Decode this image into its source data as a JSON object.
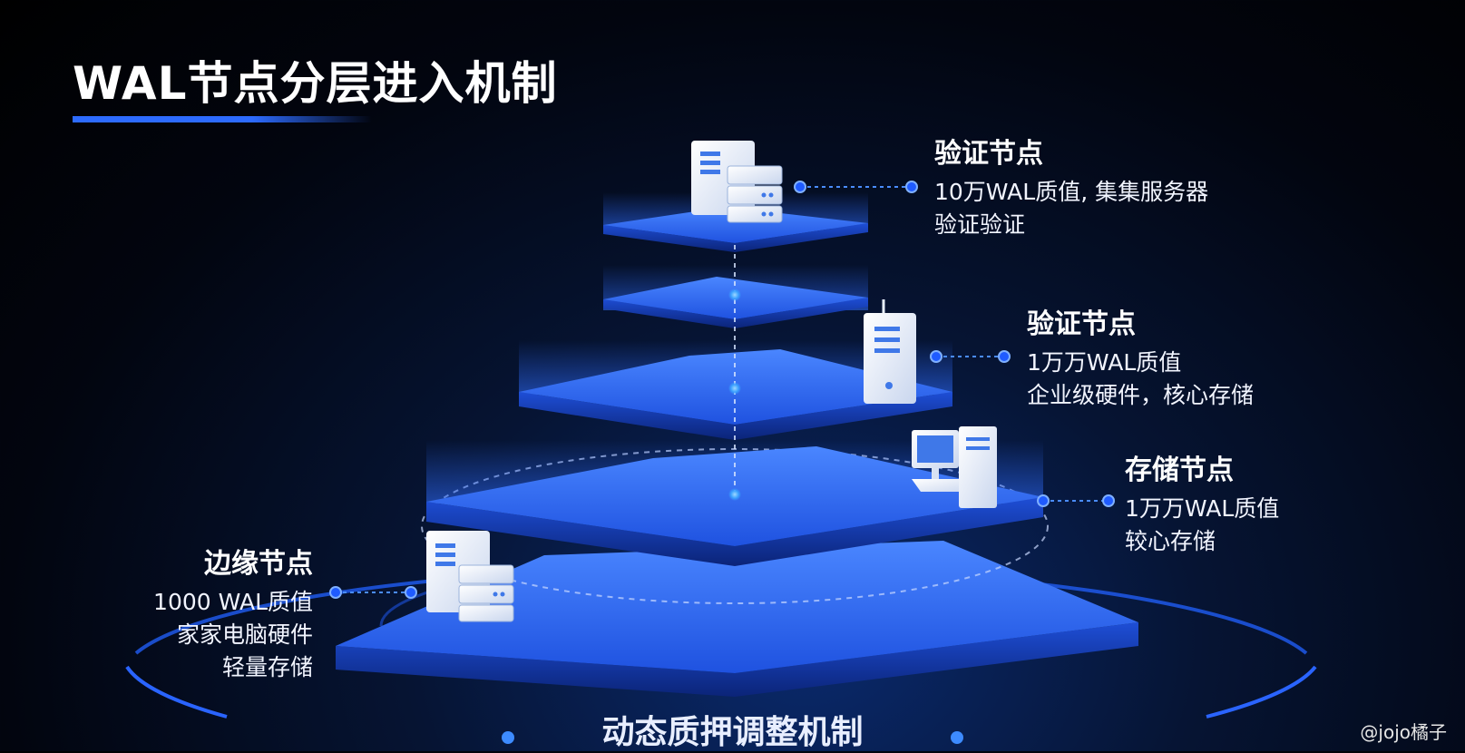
{
  "title": "WAL节点分层进入机制",
  "layers": [
    {
      "heading": "验证节点",
      "lines": [
        "10万WAL质值, 集集服务器",
        "验证验证"
      ]
    },
    {
      "heading": "验证节点",
      "lines": [
        "1万万WAL质值",
        "企业级硬件，核心存储"
      ]
    },
    {
      "heading": "存储节点",
      "lines": [
        "1万万WAL质值",
        "较心存储"
      ]
    },
    {
      "heading": "边缘节点",
      "lines": [
        "1000 WAL质值",
        "家家电脑硬件",
        "轻量存储"
      ]
    }
  ],
  "footer": "动态质押调整机制",
  "watermark": "@jojo橘子",
  "colors": {
    "accent": "#2d6bff",
    "platform_top": "#2a63f0",
    "platform_edge": "#1436a8",
    "glow": "#3d8bff",
    "text": "#ffffff"
  },
  "icons": [
    "server-rack-icon",
    "server-tower-icon",
    "desktop-pc-icon",
    "server-rack-icon"
  ]
}
